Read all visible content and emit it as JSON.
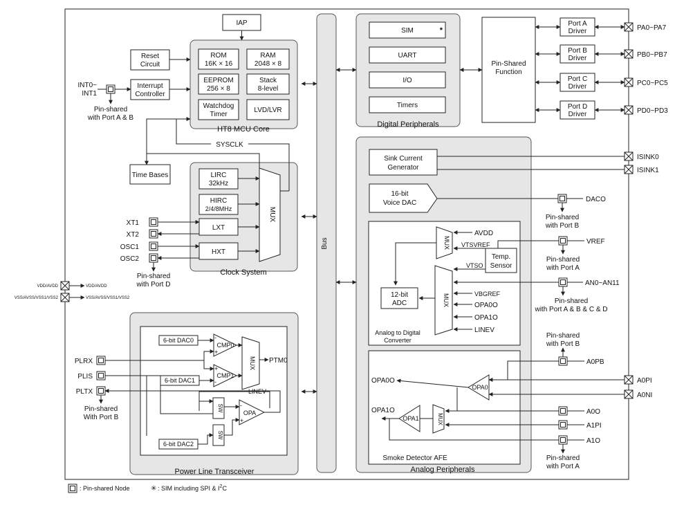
{
  "blocks": {
    "iap": "IAP",
    "reset_circuit": [
      "Reset",
      "Circuit"
    ],
    "interrupt_controller": [
      "Interrupt",
      "Controller"
    ],
    "rom": [
      "ROM",
      "16K × 16"
    ],
    "ram": [
      "RAM",
      "2048 × 8"
    ],
    "eeprom": [
      "EEPROM",
      "256 × 8"
    ],
    "stack": [
      "Stack",
      "8-level"
    ],
    "watchdog": [
      "Watchdog",
      "Timer"
    ],
    "lvd": "LVD/LVR",
    "mcu_core_label": "HT8 MCU Core",
    "sysclk": "SYSCLK",
    "time_bases": "Time Bases",
    "lirc": [
      "LIRC",
      "32kHz"
    ],
    "hirc": [
      "HIRC",
      "2/4/8MHz"
    ],
    "lxt": "LXT",
    "hxt": "HXT",
    "clock_mux": "MUX",
    "clock_system_label": "Clock System",
    "bus": "Bus",
    "sim": "SIM",
    "sim_star": "*",
    "uart": "UART",
    "io": "I/O",
    "timers": "Timers",
    "digital_label": "Digital Peripherals",
    "pin_shared_function": [
      "Pin-Shared",
      "Function"
    ],
    "port_drivers": [
      [
        "Port A",
        "Driver"
      ],
      [
        "Port B",
        "Driver"
      ],
      [
        "Port C",
        "Driver"
      ],
      [
        "Port D",
        "Driver"
      ]
    ],
    "sink_current": [
      "Sink Current",
      "Generator"
    ],
    "voice_dac": [
      "16-bit",
      "Voice DAC"
    ],
    "adc_mux1": "MUX",
    "adc_mux2": "MUX",
    "temp_sensor": [
      "Temp.",
      "Sensor"
    ],
    "adc12": [
      "12-bit",
      "ADC"
    ],
    "adc_label": [
      "Analog to Digital",
      "Converter"
    ],
    "opa0": "OPA0",
    "opa1": "OPA1",
    "afe_mux": "MUX",
    "smoke_label": "Smoke Detector AFE",
    "analog_label": "Analog Peripherals",
    "dac0": "6-bit DAC0",
    "dac1": "6-bit DAC1",
    "dac2": "6-bit DAC2",
    "cmp0": "CMP0",
    "cmp1": "CMP1",
    "plt_mux": "MUX",
    "sw": "SW",
    "opa": "OPA",
    "ptm0": "PTM0",
    "plt_linev": "LINEV",
    "plt_label": "Power Line Transceiver"
  },
  "signals": {
    "avdd": "AVDD",
    "vtsvref": "VTSVREF",
    "vtso": "VTSO",
    "vbgref": "VBGREF",
    "opa0o": "OPA0O",
    "opa1o": "OPA1O",
    "linev": "LINEV",
    "plus": "+",
    "minus": "-"
  },
  "pins": {
    "pa": "PA0~PA7",
    "pb": "PB0~PB7",
    "pc": "PC0~PC5",
    "pd": "PD0~PD3",
    "isink0": "ISINK0",
    "isink1": "ISINK1",
    "daco": "DACO",
    "vref": "VREF",
    "an": "AN0~AN11",
    "a0pb": "A0PB",
    "a0pi": "A0PI",
    "a0ni": "A0NI",
    "a0o": "A0O",
    "a1pi": "A1PI",
    "a1o": "A1O",
    "opa0o_out": "OPA0O",
    "opa1o_out": "OPA1O",
    "int": [
      "INT0~",
      "INT1"
    ],
    "xt1": "XT1",
    "xt2": "XT2",
    "osc1": "OSC1",
    "osc2": "OSC2",
    "plrx": "PLRX",
    "plis": "PLIS",
    "pltx": "PLTX",
    "vdd": "VDD/AVDD",
    "vss": "VSS/AVSS/VSS1/VSS2",
    "vdd_int": "VDD/AVDD",
    "vss_int": "VSS/AVSS/VSS1/VSS2"
  },
  "notes": {
    "int_shared": [
      "Pin-shared",
      "with Port A & B"
    ],
    "xt_shared": [
      "Pin-shared",
      "with Port D"
    ],
    "daco_shared": [
      "Pin-shared",
      "with Port  B"
    ],
    "vref_shared": [
      "Pin-shared",
      "with Port A"
    ],
    "an_shared": [
      "Pin-shared",
      "with Port A & B & C & D"
    ],
    "a0pb_shared": [
      "Pin-shared",
      "with Port B"
    ],
    "a1o_shared": [
      "Pin-shared",
      "with Port A"
    ],
    "pltx_shared": [
      "Pin-shared",
      "With Port B"
    ]
  },
  "legend": {
    "node_label": ": Pin-shared Node",
    "sim_note": ": SIM including SPI & I",
    "sim_sup": "2",
    "sim_tail": "C",
    "star": "✳"
  }
}
